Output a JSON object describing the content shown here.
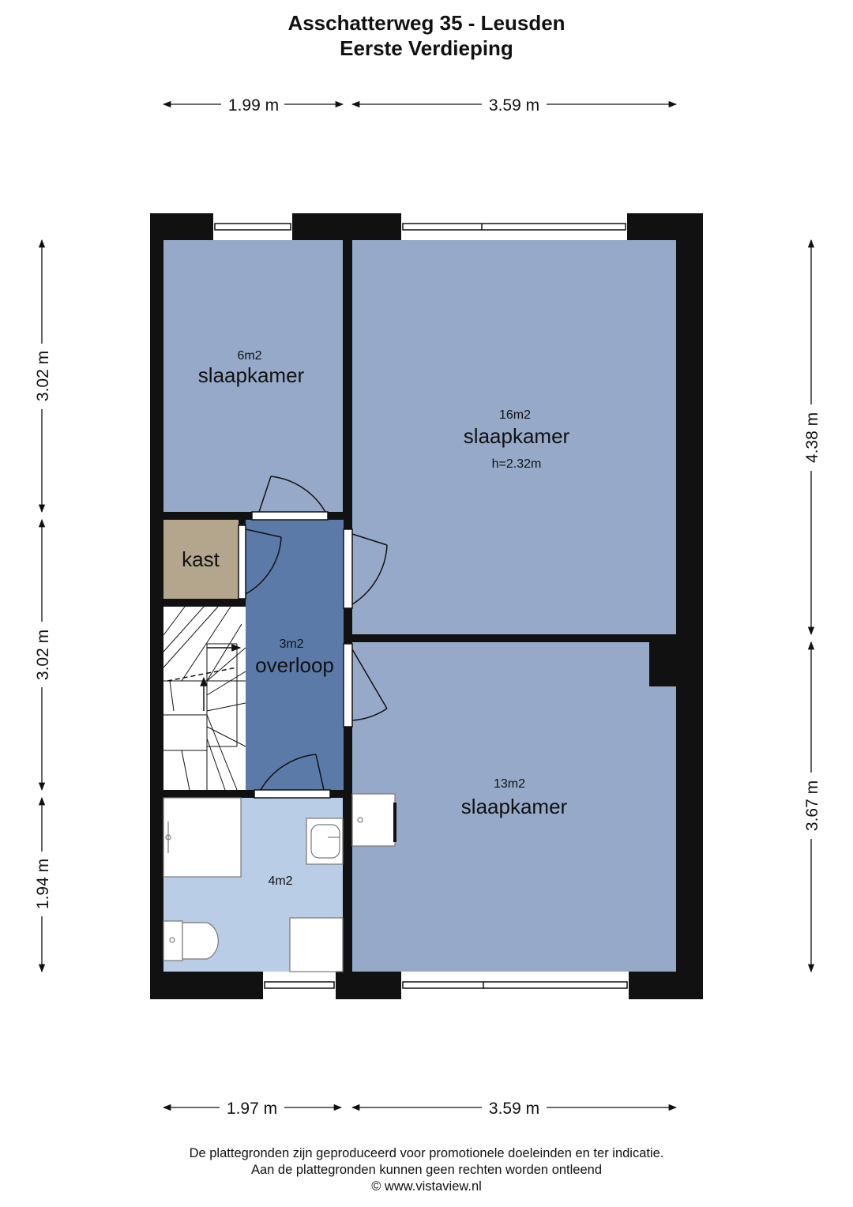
{
  "header": {
    "address": "Asschatterweg 35 - Leusden",
    "floor": "Eerste Verdieping"
  },
  "dimensions": {
    "top_left": "1.99 m",
    "top_right": "3.59 m",
    "bottom_left": "1.97 m",
    "bottom_right": "3.59 m",
    "left_top": "3.02 m",
    "left_middle": "3.02 m",
    "left_bottom": "1.94 m",
    "right_top": "4.38 m",
    "right_bottom": "3.67 m"
  },
  "rooms": {
    "bedroom_small": {
      "area": "6m2",
      "name": "slaapkamer"
    },
    "bedroom_large": {
      "area": "16m2",
      "name": "slaapkamer",
      "height": "h=2.32m"
    },
    "bedroom_bottom": {
      "area": "13m2",
      "name": "slaapkamer"
    },
    "closet": {
      "name": "kast"
    },
    "landing": {
      "area": "3m2",
      "name": "overloop"
    },
    "bathroom": {
      "area": "4m2"
    }
  },
  "colors": {
    "bedroom": "#97a9c9",
    "landing": "#5b7aa8",
    "closet": "#b3a68c",
    "bathroom": "#b9cde6",
    "wall": "#111111"
  },
  "footer": {
    "line1": "De plattegronden zijn geproduceerd voor promotionele doeleinden en ter indicatie.",
    "line2": "Aan de plattegronden kunnen geen rechten worden ontleend",
    "line3": "© www.vistaview.nl"
  }
}
